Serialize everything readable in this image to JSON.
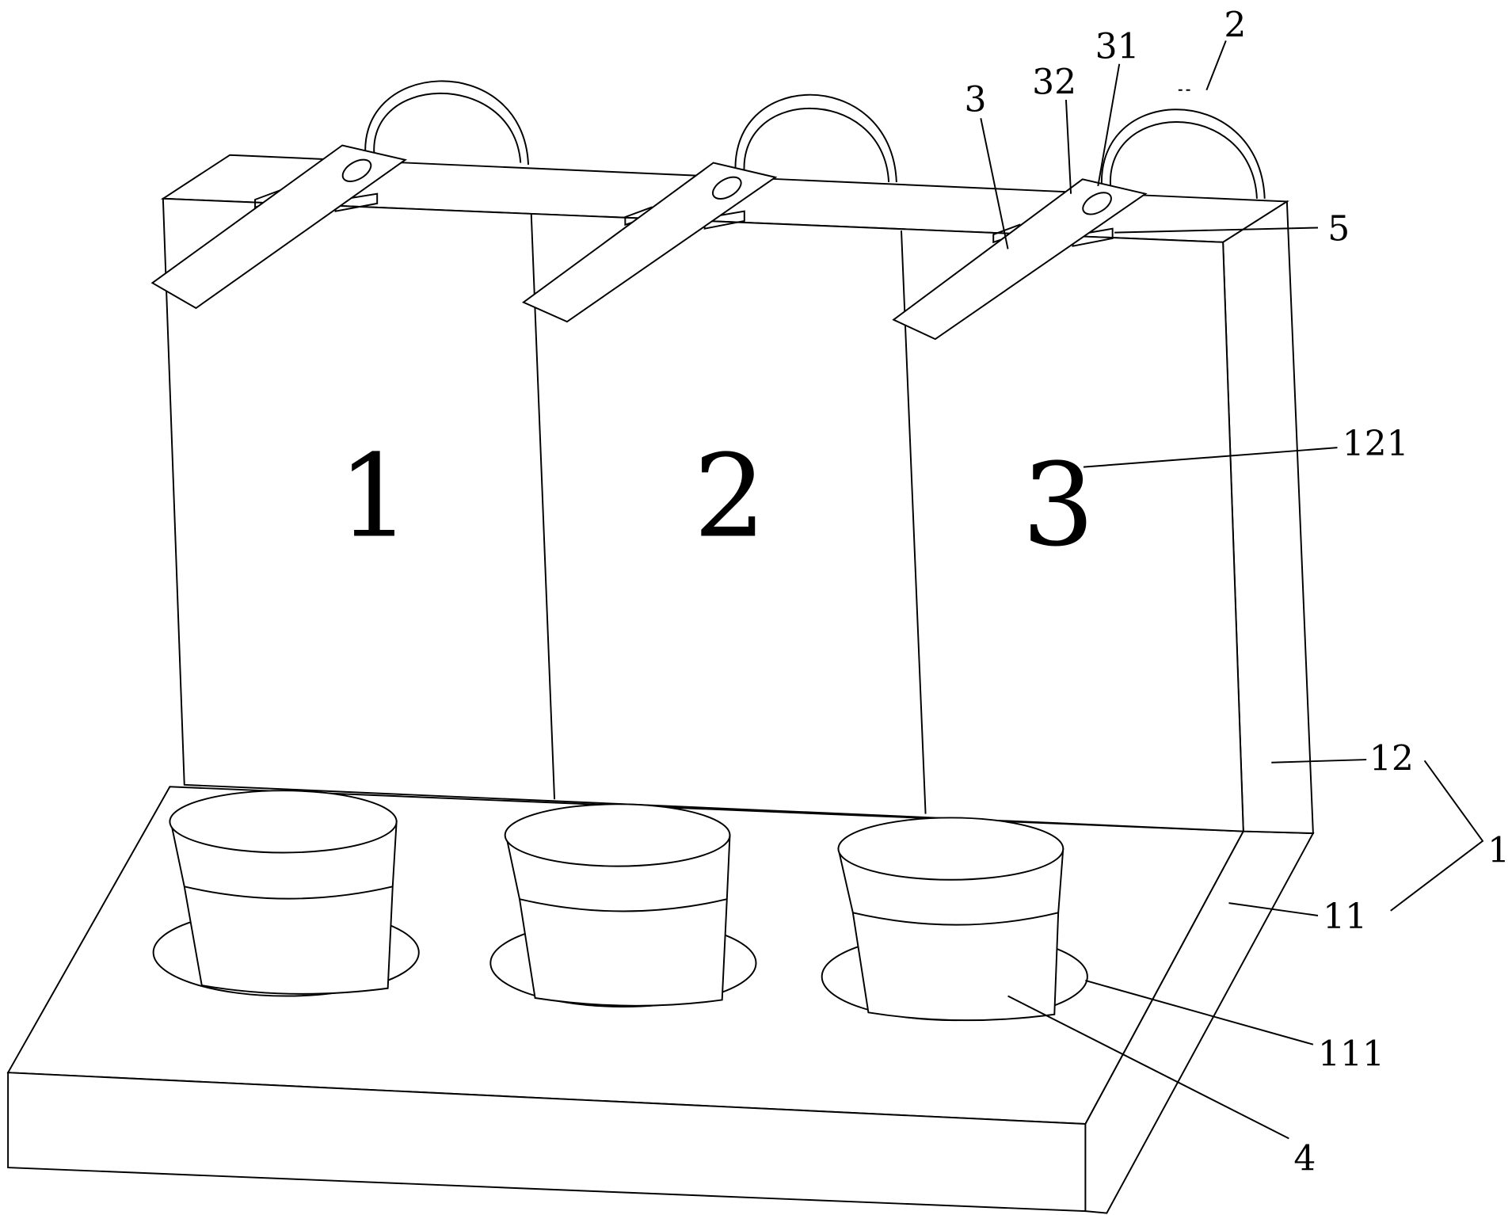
{
  "panel_numbers": [
    "1",
    "2",
    "3"
  ],
  "labels": {
    "hook": "2",
    "hole": "31",
    "clip_head": "32",
    "clip": "3",
    "connector": "5",
    "number_marking": "121",
    "back_panel": "12",
    "base": "11",
    "body": "1",
    "pot_hole": "111",
    "pot": "4"
  }
}
